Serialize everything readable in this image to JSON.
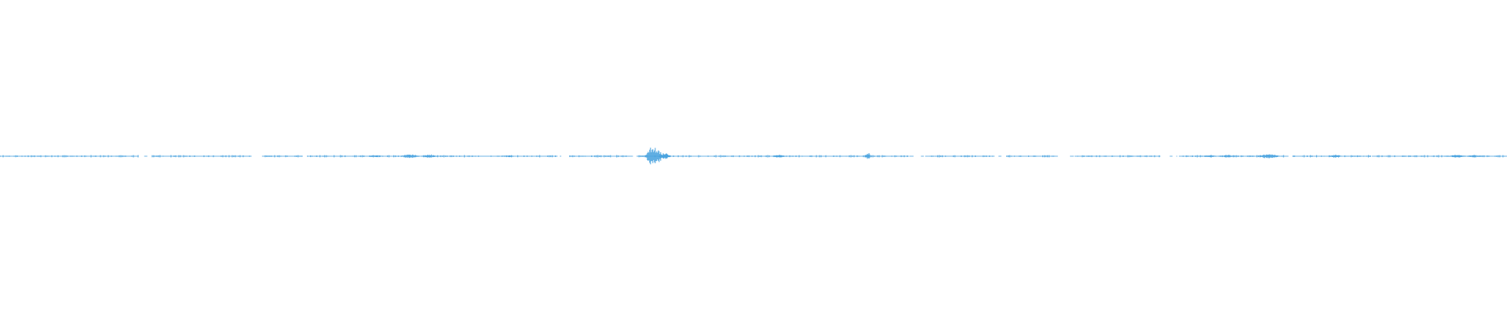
{
  "waveform": {
    "color": "#4aa3df",
    "baseline_color": "#6fb6e6",
    "baseline_segments": [
      [
        0.0,
        0.092
      ],
      [
        0.101,
        0.167
      ],
      [
        0.176,
        0.201
      ],
      [
        0.204,
        0.37
      ],
      [
        0.378,
        0.42
      ],
      [
        0.424,
        0.603
      ],
      [
        0.616,
        0.66
      ],
      [
        0.668,
        0.702
      ],
      [
        0.713,
        0.77
      ],
      [
        0.784,
        0.855
      ],
      [
        0.858,
        0.91
      ],
      [
        0.914,
        1.0
      ]
    ],
    "bursts": [
      {
        "pos": 0.249,
        "level": 0.12,
        "spread": 0.004
      },
      {
        "pos": 0.272,
        "level": 0.22,
        "spread": 0.006
      },
      {
        "pos": 0.285,
        "level": 0.18,
        "spread": 0.005
      },
      {
        "pos": 0.337,
        "level": 0.12,
        "spread": 0.004
      },
      {
        "pos": 0.434,
        "level": 1.0,
        "spread": 0.006
      },
      {
        "pos": 0.441,
        "level": 0.35,
        "spread": 0.004
      },
      {
        "pos": 0.517,
        "level": 0.16,
        "spread": 0.004
      },
      {
        "pos": 0.576,
        "level": 0.35,
        "spread": 0.002
      },
      {
        "pos": 0.803,
        "level": 0.13,
        "spread": 0.004
      },
      {
        "pos": 0.815,
        "level": 0.16,
        "spread": 0.004
      },
      {
        "pos": 0.842,
        "level": 0.24,
        "spread": 0.007
      },
      {
        "pos": 0.886,
        "level": 0.2,
        "spread": 0.004
      },
      {
        "pos": 0.967,
        "level": 0.18,
        "spread": 0.005
      },
      {
        "pos": 0.978,
        "level": 0.15,
        "spread": 0.004
      }
    ]
  }
}
